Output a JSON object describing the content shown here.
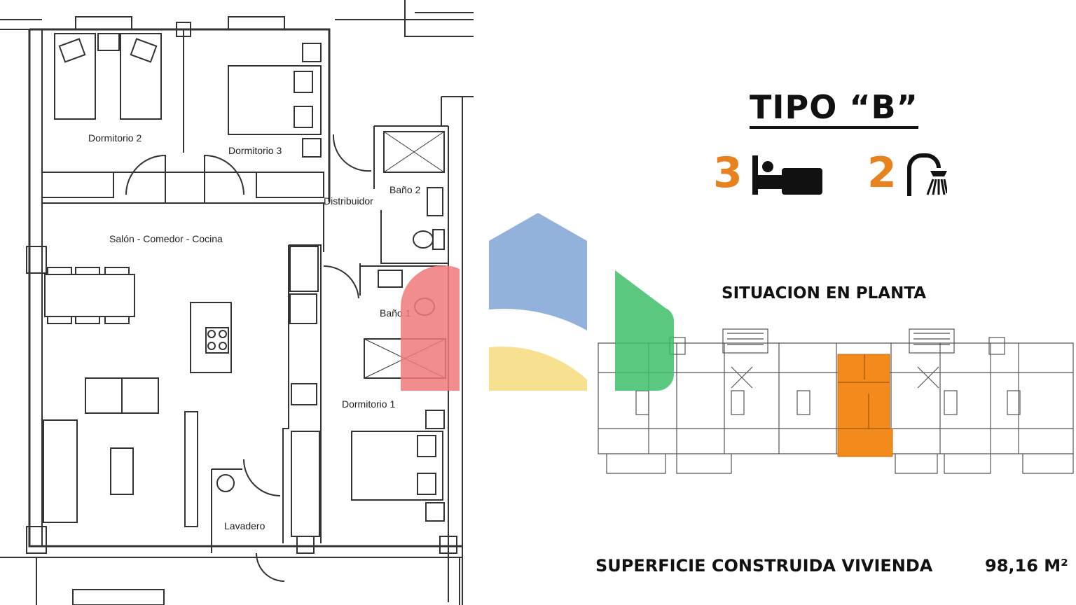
{
  "floor_plan": {
    "rooms": {
      "dormitorio2": "Dormitorio 2",
      "dormitorio3": "Dormitorio 3",
      "bano2": "Baño 2",
      "distribuidor": "Distribuidor",
      "salon": "Salón - Comedor - Cocina",
      "bano1": "Baño 1",
      "dormitorio1": "Dormitorio 1",
      "lavadero": "Lavadero"
    }
  },
  "info": {
    "title": "TIPO “B”",
    "bedrooms": "3",
    "bathrooms": "2",
    "bed_icon": "bed-icon",
    "shower_icon": "shower-icon",
    "situation_heading": "SITUACION EN PLANTA",
    "surface_label": "SUPERFICIE CONSTRUIDA VIVIENDA",
    "surface_value": "98,16 M²"
  },
  "colors": {
    "accent": "#e8821e",
    "highlight_unit": "#f28a1c",
    "watermark_blue": "#7fa5d6",
    "watermark_red": "#f07a7a",
    "watermark_green": "#3fbf6a",
    "watermark_yellow": "#f6dc7e"
  }
}
